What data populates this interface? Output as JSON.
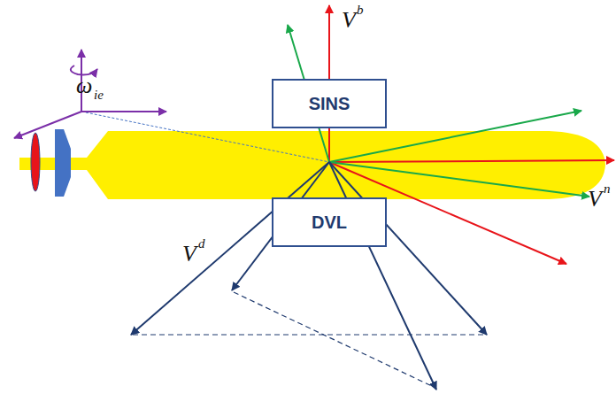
{
  "diagram": {
    "nodes": [
      {
        "text": [
          "SINS"
        ]
      },
      {
        "text": [
          "DVL"
        ]
      }
    ],
    "labels": [
      "ω",
      "ie",
      "V",
      "b",
      "V",
      "n",
      "V",
      "d"
    ]
  }
}
